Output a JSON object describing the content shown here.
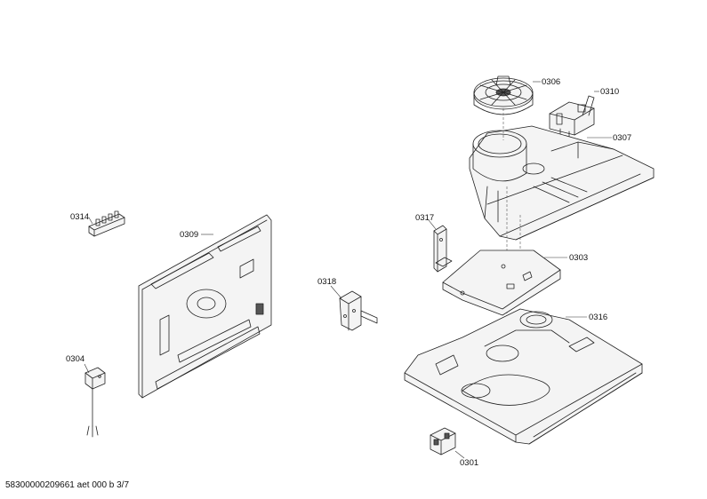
{
  "parts": [
    {
      "id": "p0306",
      "label": "0306"
    },
    {
      "id": "p0310",
      "label": "0310"
    },
    {
      "id": "p0307",
      "label": "0307"
    },
    {
      "id": "p0314",
      "label": "0314"
    },
    {
      "id": "p0309",
      "label": "0309"
    },
    {
      "id": "p0317",
      "label": "0317"
    },
    {
      "id": "p0303",
      "label": "0303"
    },
    {
      "id": "p0318",
      "label": "0318"
    },
    {
      "id": "p0316",
      "label": "0316"
    },
    {
      "id": "p0304",
      "label": "0304"
    },
    {
      "id": "p0301",
      "label": "0301"
    }
  ],
  "footer": {
    "doc_id": "58300000209661 aet 000 b 3/7"
  }
}
